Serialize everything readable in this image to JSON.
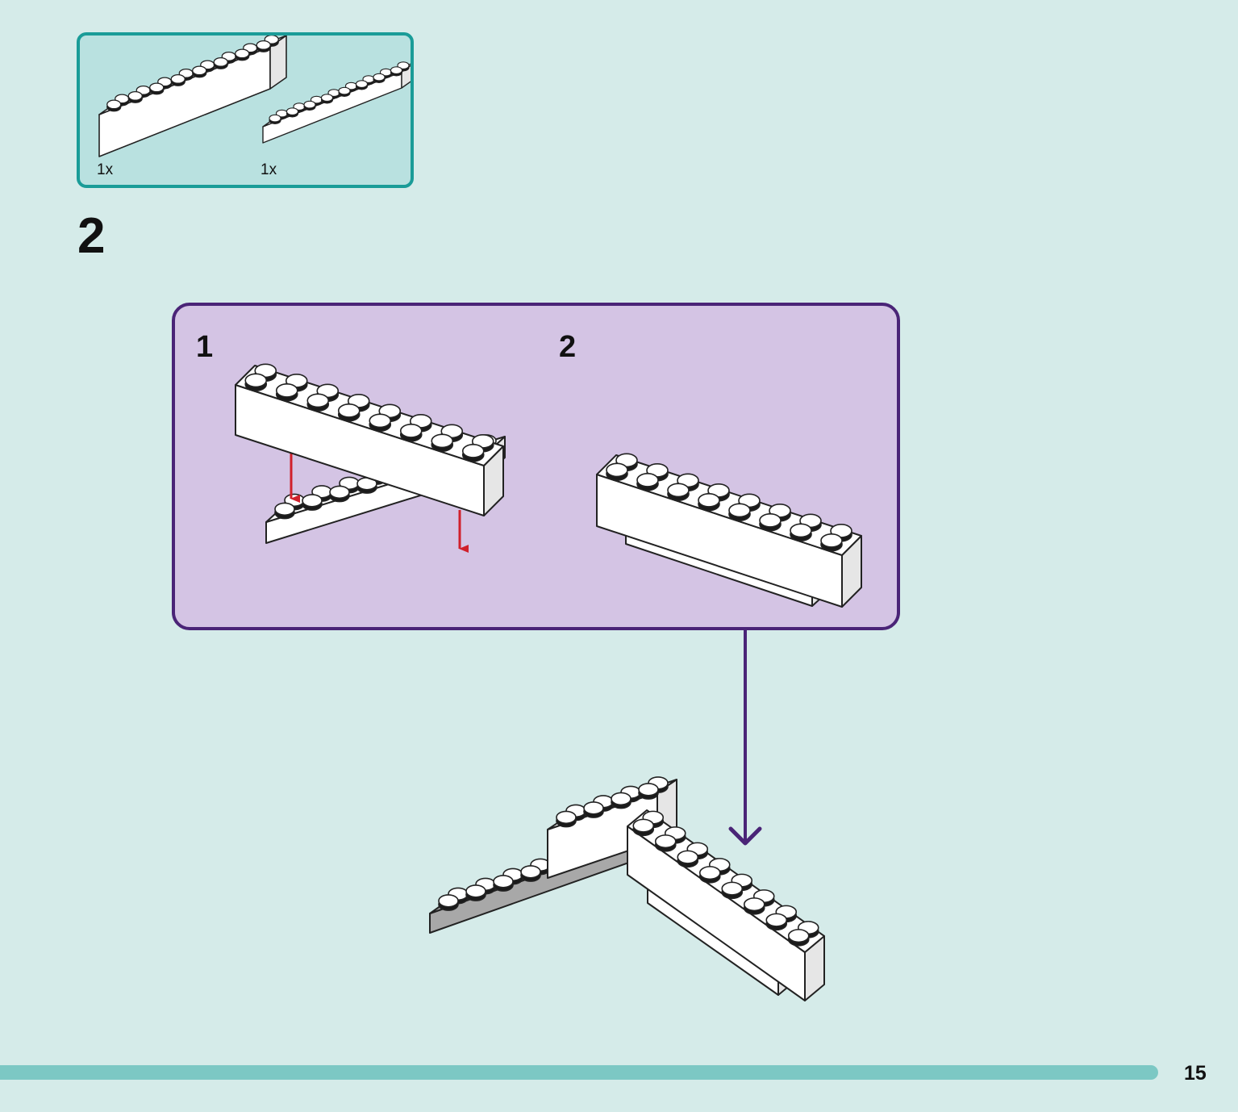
{
  "parts": [
    {
      "quantity": "1x",
      "brick_color": "#ffffff",
      "icon": "white-2x8-brick-icon"
    },
    {
      "quantity": "1x",
      "brick_color": "#ffffff",
      "icon": "white-2x8-plate-icon"
    }
  ],
  "step": {
    "number": "2"
  },
  "substeps": [
    {
      "number": "1",
      "icon": "brick-above-plate-with-red-arrows-icon"
    },
    {
      "number": "2",
      "icon": "brick-stacked-on-plate-icon"
    }
  ],
  "result": {
    "icon": "assembled-corner-model-icon"
  },
  "colors": {
    "page_background": "#d5ebe9",
    "parts_box_border": "#1a9c98",
    "parts_box_fill": "#b9e1e0",
    "substep_box_border": "#4a2477",
    "substep_box_fill": "#d4c4e4",
    "arrow_red": "#d0202b",
    "arrow_purple": "#4a2477",
    "footer_bar": "#7cc8c4"
  },
  "page": {
    "number": "15"
  }
}
